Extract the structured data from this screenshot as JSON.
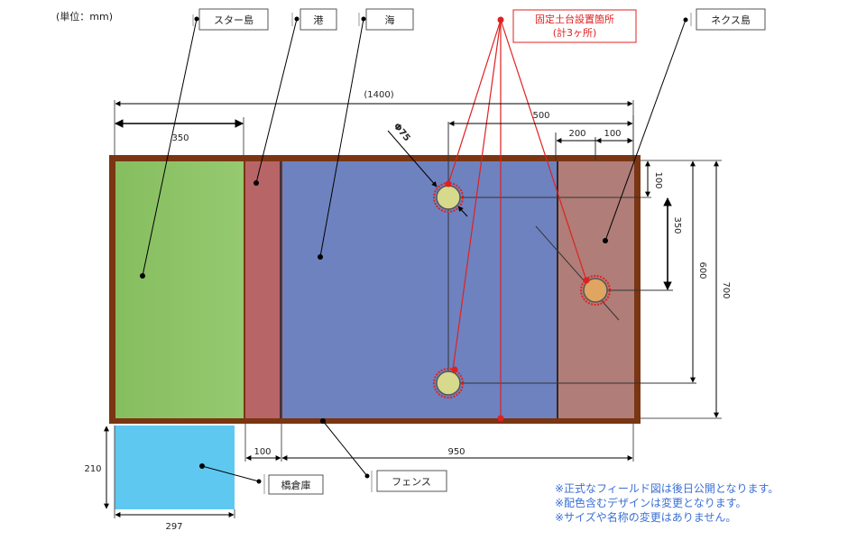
{
  "unit_label": "(単位：mm)",
  "labels": {
    "star_island": "スター島",
    "port": "港",
    "sea": "海",
    "nexus_island": "ネクス島",
    "fence": "フェンス",
    "bridge_storage": "橋倉庫"
  },
  "fixed_base": {
    "title": "固定土台設置箇所",
    "count": "(計3ヶ所)"
  },
  "dimensions": {
    "total_width": "(1400)",
    "star_width": "350",
    "d500": "500",
    "d200": "200",
    "d100_top": "100",
    "d100_right": "100",
    "d350": "350",
    "d600": "600",
    "d700": "700",
    "phi": "Φ75",
    "d100_bottom": "100",
    "d950": "950",
    "d210": "210",
    "d297": "297"
  },
  "notes": [
    "※正式なフィールド図は後日公開となります。",
    "※配色含むデザインは変更となります。",
    "※サイズや名称の変更はありません。"
  ],
  "colors": {
    "frame": "#7a3512",
    "star": "#8ec366",
    "port": "#b86568",
    "sea": "#6e82c0",
    "nexus": "#b07d78",
    "storage": "#5fc8f0",
    "base_fill": "#d7d98c",
    "base_fill_nexus": "#e0a560",
    "red": "#e02020"
  }
}
